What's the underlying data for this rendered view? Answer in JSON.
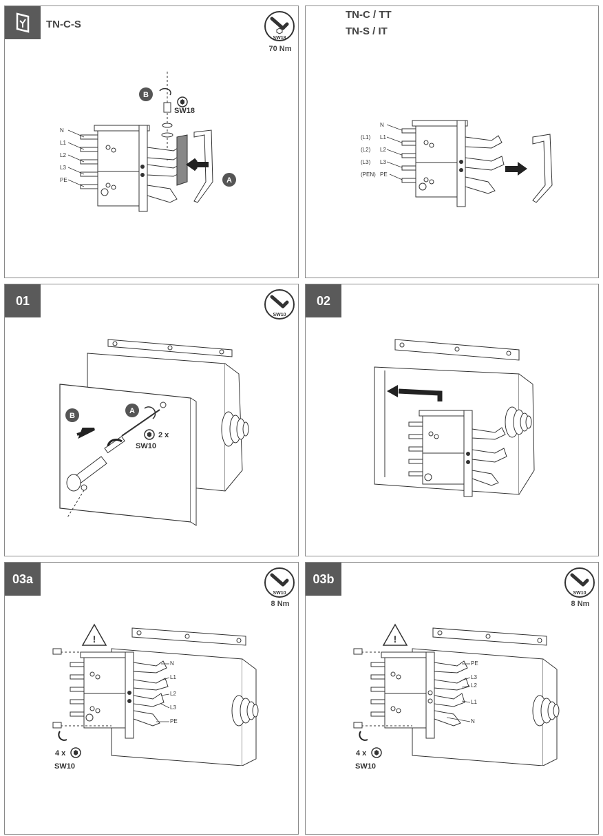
{
  "panels": {
    "p1": {
      "title": "TN-C-S",
      "torque": "70 Nm",
      "wrench": "SW18",
      "labels": [
        "N",
        "L1",
        "L2",
        "L3",
        "PE"
      ],
      "callout_b": "B",
      "callout_a": "A",
      "screw_size": "SW18"
    },
    "p2": {
      "title_line1": "TN-C / TT",
      "title_line2": "TN-S / IT",
      "labels": [
        "N",
        "L1",
        "L2",
        "L3",
        "PE"
      ],
      "paren_labels": [
        "(L1)",
        "(L2)",
        "(L3)",
        "(PEN)"
      ]
    },
    "p3": {
      "step": "01",
      "wrench": "SW10",
      "callout_a": "A",
      "callout_b": "B",
      "count": "2 x",
      "screw_size": "SW10"
    },
    "p4": {
      "step": "02"
    },
    "p5": {
      "step": "03a",
      "wrench": "SW10",
      "torque": "8 Nm",
      "count": "4 x",
      "screw_size": "SW10",
      "labels": [
        "N",
        "L1",
        "L2",
        "L3",
        "PE"
      ]
    },
    "p6": {
      "step": "03b",
      "wrench": "SW10",
      "torque": "8 Nm",
      "count": "4 x",
      "screw_size": "SW10",
      "labels": [
        "PE",
        "L3",
        "L2",
        "L1",
        "N"
      ]
    }
  },
  "colors": {
    "tag_bg": "#5a5a5a",
    "line": "#333333",
    "arrow": "#222222"
  }
}
